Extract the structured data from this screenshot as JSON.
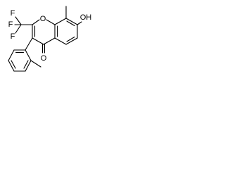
{
  "structure": {
    "atom_labels": {
      "hydroxyl": "OH",
      "ring_oxygen": "O",
      "carbonyl_oxygen": "O",
      "fluorine_1": "F",
      "fluorine_2": "F",
      "fluorine_3": "F"
    },
    "colors": {
      "bond": "#000000",
      "label": "#000000",
      "background": "#ffffff"
    }
  }
}
